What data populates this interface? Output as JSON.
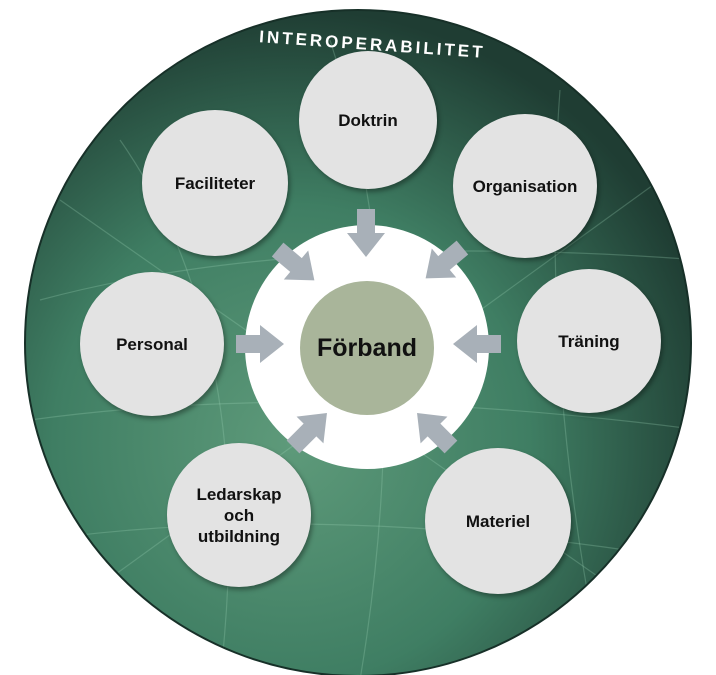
{
  "banner": "INTEROPERABILITET",
  "center": "Förband",
  "nodes": [
    {
      "id": "doktrin",
      "label": "Doktrin"
    },
    {
      "id": "organisation",
      "label": "Organisation"
    },
    {
      "id": "traning",
      "label": "Träning"
    },
    {
      "id": "materiel",
      "label": "Materiel"
    },
    {
      "id": "ledarskap",
      "label": "Ledarskap\noch\nutbildning"
    },
    {
      "id": "personal",
      "label": "Personal"
    },
    {
      "id": "faciliteter",
      "label": "Faciliteter"
    }
  ],
  "colors": {
    "outer_dark": "#25463a",
    "outer_green": "#3f7e63",
    "node_fill": "#e3e3e3",
    "center_fill": "#a9b59a",
    "arrow": "#a8b0b8"
  }
}
